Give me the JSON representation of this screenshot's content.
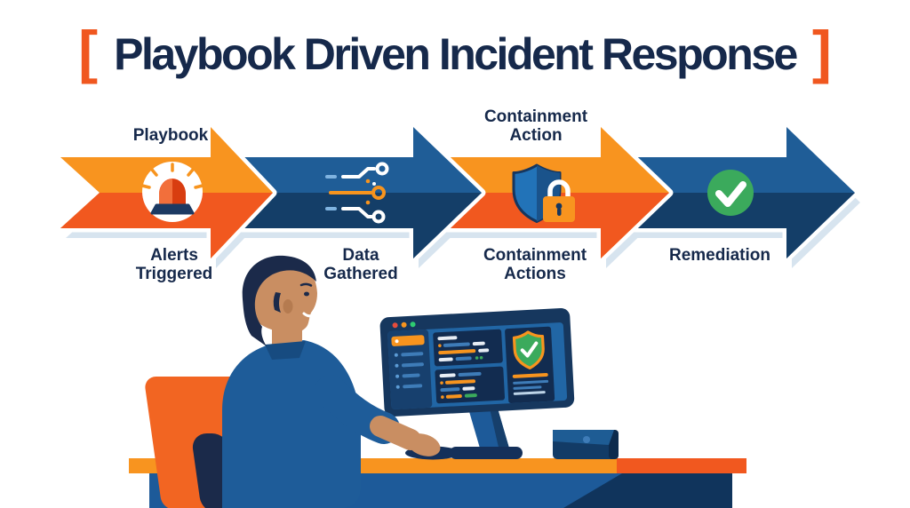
{
  "title": {
    "bracket_left": "[",
    "text": "Playbook Driven Incident Response",
    "bracket_right": "]"
  },
  "flow": {
    "steps": [
      {
        "name": "playbook",
        "label_above": "Playbook",
        "label_below": "Alerts\nTriggered",
        "arrow_color": "orange",
        "icon": "siren-alert-icon"
      },
      {
        "name": "data-gathered",
        "label_above": "",
        "label_below": "Data\nGathered",
        "arrow_color": "blue",
        "icon": "data-circuit-icon"
      },
      {
        "name": "containment",
        "label_above": "Containment\nAction",
        "label_below": "Containment\nActions",
        "arrow_color": "orange",
        "icon": "shield-lock-icon"
      },
      {
        "name": "remediation",
        "label_above": "",
        "label_below": "Remediation",
        "arrow_color": "blue",
        "icon": "check-circle-icon"
      }
    ]
  },
  "scene": {
    "monitor_status_icon": "shield-check-icon",
    "traffic_dot_colors": [
      "#E74C3C",
      "#F7941E",
      "#2ECC71"
    ]
  },
  "colors": {
    "orange_light": "#F8941F",
    "orange_dark": "#F1581F",
    "blue_light": "#1F5D97",
    "blue_dark": "#143E68",
    "green_check": "#3BAA5C",
    "navy_text": "#16294B",
    "bracket_orange": "#F0571F",
    "shadow_blue": "#D7E4EF",
    "chair_orange": "#F26522",
    "desk_front_blue": "#1D5A99",
    "shirt_blue": "#1E5C99",
    "skin_tone": "#C98E62",
    "hair_navy": "#1B2A4A",
    "monitor_bezel_navy": "#16375E",
    "screen_blue": "#2166A5",
    "panel_navy": "#122C50"
  }
}
